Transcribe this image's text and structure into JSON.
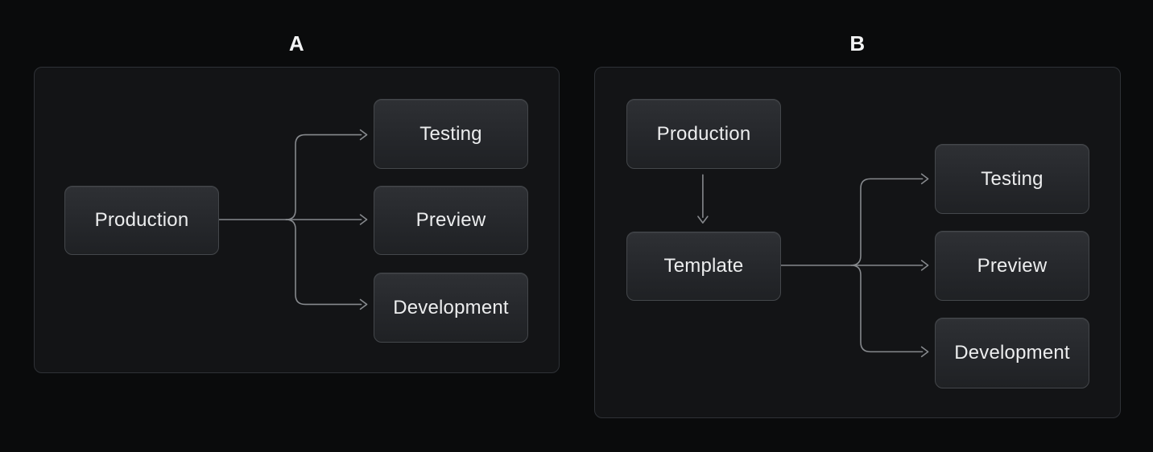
{
  "colors": {
    "page_background": "#0a0b0c",
    "panel_background": "#131416",
    "panel_border": "#2f3237",
    "node_background_top": "#2e3034",
    "node_background_bottom": "#1f2124",
    "node_border": "#44474b",
    "node_text": "#ecedee",
    "connector_line": "#86898d",
    "panel_label_text": "#f2f3f4"
  },
  "panels": [
    {
      "label": "A",
      "nodes": [
        {
          "label": "Production"
        },
        {
          "label": "Testing"
        },
        {
          "label": "Preview"
        },
        {
          "label": "Development"
        }
      ],
      "connections": [
        {
          "from": "Production",
          "to": "Testing"
        },
        {
          "from": "Production",
          "to": "Preview"
        },
        {
          "from": "Production",
          "to": "Development"
        }
      ]
    },
    {
      "label": "B",
      "nodes": [
        {
          "label": "Production"
        },
        {
          "label": "Template"
        },
        {
          "label": "Testing"
        },
        {
          "label": "Preview"
        },
        {
          "label": "Development"
        }
      ],
      "connections": [
        {
          "from": "Production",
          "to": "Template"
        },
        {
          "from": "Template",
          "to": "Testing"
        },
        {
          "from": "Template",
          "to": "Preview"
        },
        {
          "from": "Template",
          "to": "Development"
        }
      ]
    }
  ]
}
